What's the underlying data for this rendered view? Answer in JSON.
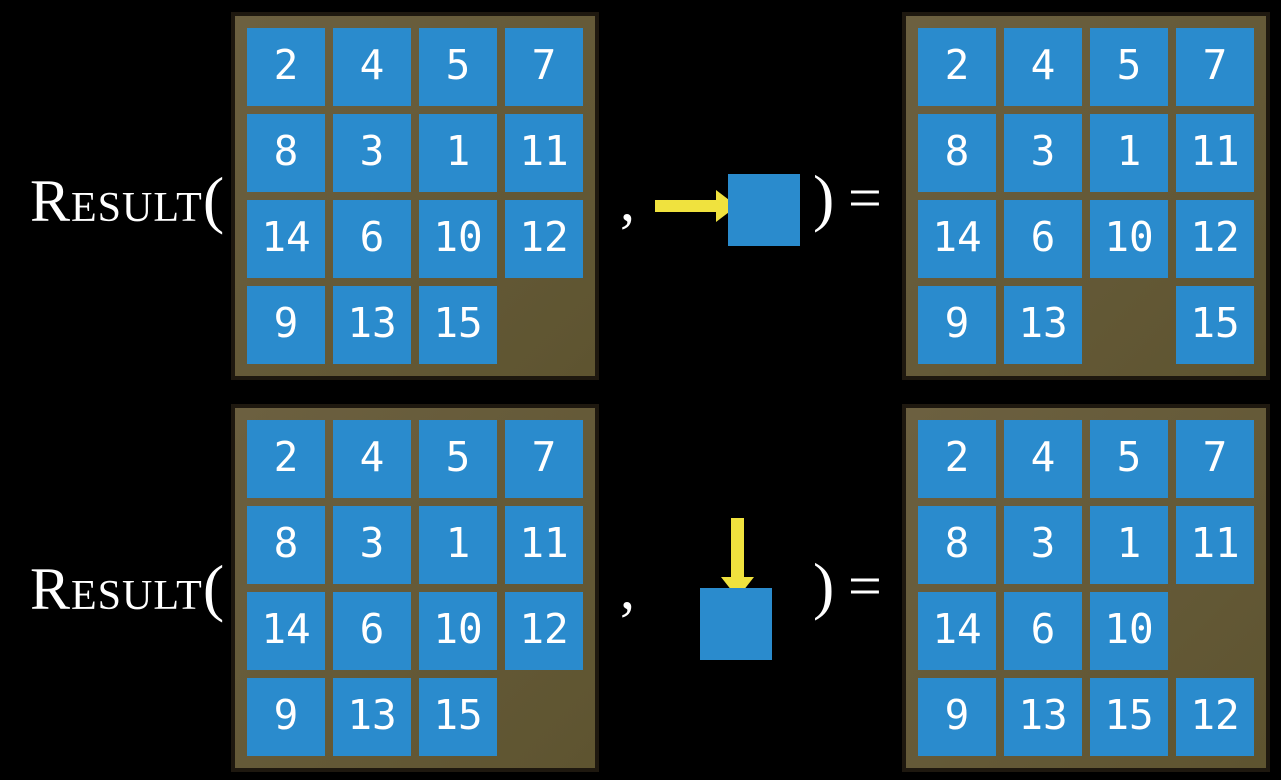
{
  "figure": {
    "description_visible_text_only": "",
    "rows": [
      {
        "label": "Result",
        "open_paren": "(",
        "comma": ",",
        "close_paren": ")",
        "equals": "=",
        "move_direction": "right",
        "initial_grid": [
          [
            2,
            4,
            5,
            7
          ],
          [
            8,
            3,
            1,
            11
          ],
          [
            14,
            6,
            10,
            12
          ],
          [
            9,
            13,
            15,
            null
          ]
        ],
        "result_grid": [
          [
            2,
            4,
            5,
            7
          ],
          [
            8,
            3,
            1,
            11
          ],
          [
            14,
            6,
            10,
            12
          ],
          [
            9,
            13,
            null,
            15
          ]
        ]
      },
      {
        "label": "Result",
        "open_paren": "(",
        "comma": ",",
        "close_paren": ")",
        "equals": "=",
        "move_direction": "down",
        "initial_grid": [
          [
            2,
            4,
            5,
            7
          ],
          [
            8,
            3,
            1,
            11
          ],
          [
            14,
            6,
            10,
            12
          ],
          [
            9,
            13,
            15,
            null
          ]
        ],
        "result_grid": [
          [
            2,
            4,
            5,
            7
          ],
          [
            8,
            3,
            1,
            11
          ],
          [
            14,
            6,
            10,
            null
          ],
          [
            9,
            13,
            15,
            12
          ]
        ]
      }
    ]
  },
  "colors": {
    "background": "#000000",
    "board_frame_light": "#6c6040",
    "board_frame_dark": "#5e5430",
    "board_border": "#1e180f",
    "tile_blue": "#2a8bcd",
    "number_white": "#ffffff",
    "arrow_yellow": "#f0e23e",
    "text_white": "#ffffff"
  }
}
